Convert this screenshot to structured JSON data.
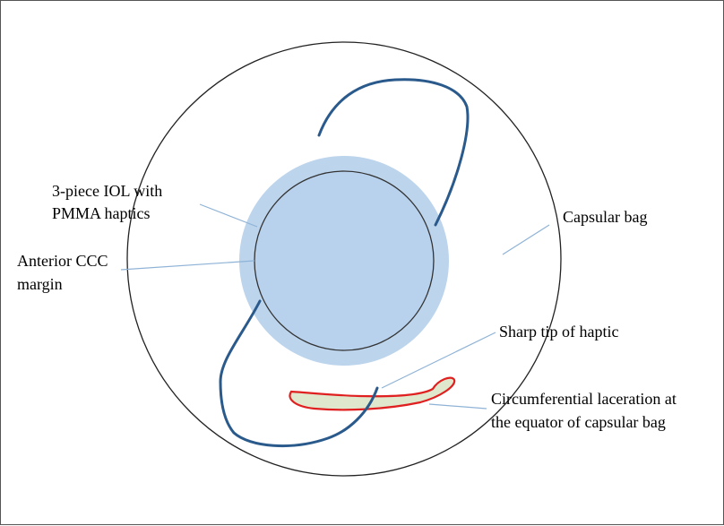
{
  "labels": {
    "iol": [
      "3-piece IOL with",
      "PMMA haptics"
    ],
    "ccc": [
      "Anterior CCC",
      "margin"
    ],
    "capsular_bag": "Capsular bag",
    "sharp_tip": "Sharp tip of haptic",
    "laceration": [
      "Circumferential laceration at",
      "the equator of capsular bag"
    ]
  },
  "colors": {
    "capsule_outline": "#222222",
    "optic_halo": "#bcd4ec",
    "optic_fill": "#b8d2ee",
    "ccc_outline": "#333333",
    "haptic": "#2a5a8c",
    "leader_line": "#8fb3d6",
    "laceration_fill": "#dfe8cc",
    "laceration_outline": "#e02020"
  }
}
